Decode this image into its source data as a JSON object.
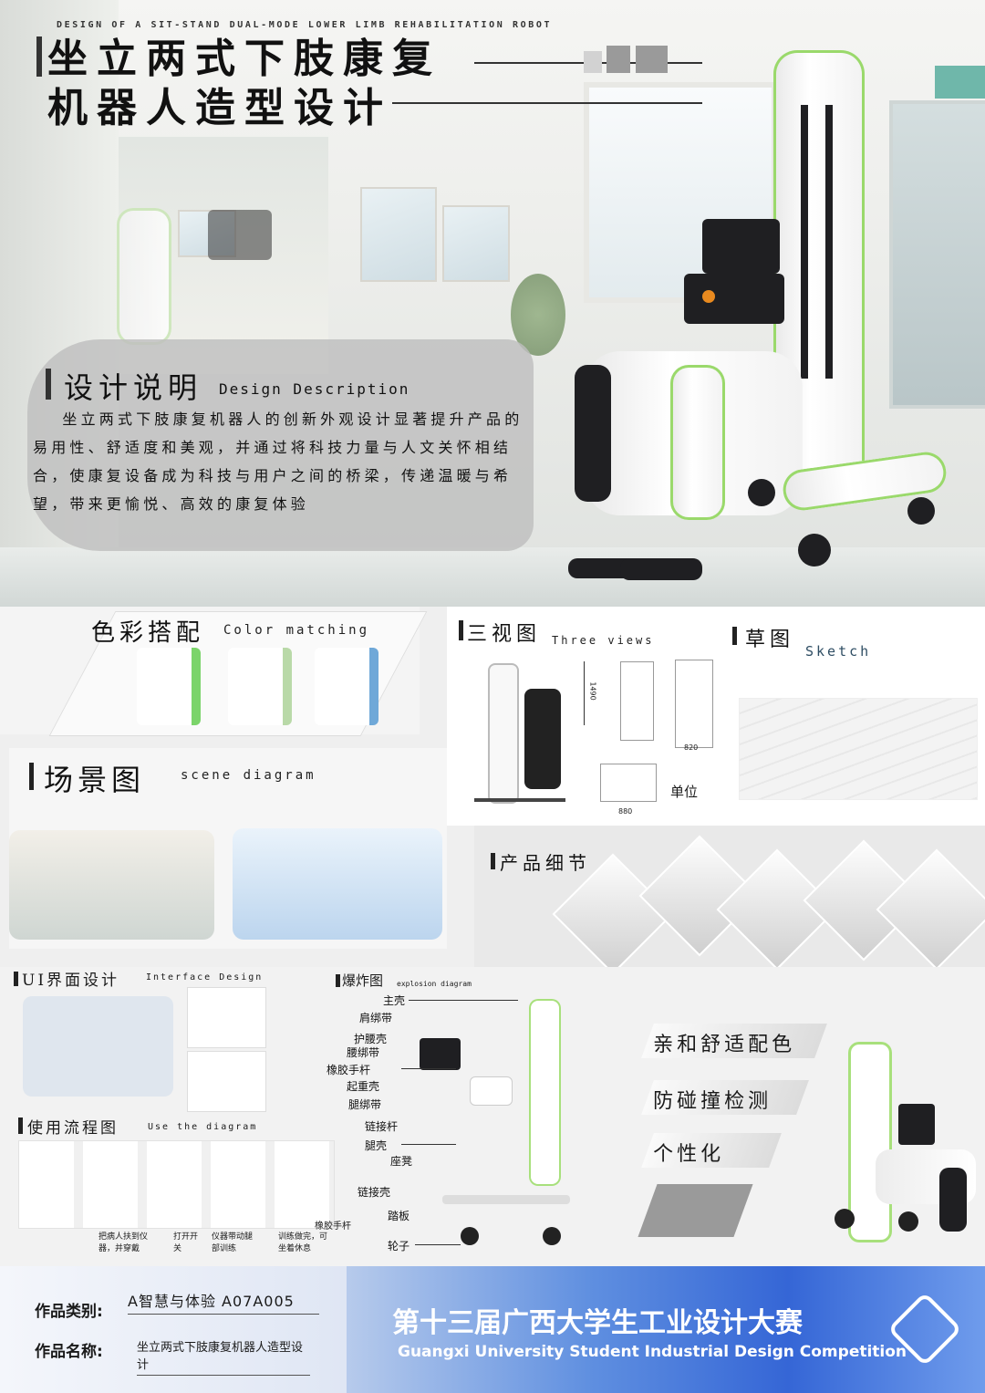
{
  "header": {
    "subtitle_en": "DESIGN OF A SIT-STAND DUAL-MODE LOWER LIMB REHABILITATION ROBOT",
    "title_line1": "坐立两式下肢康复",
    "title_line2": "机器人造型设计"
  },
  "design_description": {
    "heading_zh": "设计说明",
    "heading_en": "Design Description",
    "body": "坐立两式下肢康复机器人的创新外观设计显著提升产品的易用性、舒适度和美观，并通过将科技力量与人文关怀相结合，使康复设备成为科技与用户之间的桥梁，传递温暖与希望，带来更愉悦、高效的康复体验"
  },
  "color_matching": {
    "heading_zh": "色彩搭配",
    "heading_en": "Color matching",
    "variants": [
      "#7bd46a",
      "#b9d9a8",
      "#6fa8d8"
    ]
  },
  "three_views": {
    "heading_zh": "三视图",
    "heading_en": "Three views",
    "dim_height": "1490",
    "dim_width": "820",
    "dim_depth": "880",
    "unit_label": "单位"
  },
  "sketch": {
    "heading_zh": "草图",
    "heading_en": "Sketch"
  },
  "scene": {
    "heading_zh": "场景图",
    "heading_en": "scene diagram"
  },
  "product_details": {
    "heading_zh": "产品细节"
  },
  "ui_design": {
    "heading_zh": "UI界面设计",
    "heading_en": "Interface Design"
  },
  "explosion": {
    "heading_zh": "爆炸图",
    "heading_en": "explosion diagram",
    "labels": [
      "主壳",
      "肩绑带",
      "护腰壳",
      "腰绑带",
      "橡胶手杆",
      "起重壳",
      "腿绑带",
      "链接杆",
      "腿壳",
      "座凳",
      "链接壳",
      "踏板",
      "轮子"
    ]
  },
  "usage_flow": {
    "heading_zh": "使用流程图",
    "heading_en": "Use the diagram",
    "steps": [
      "把病人扶到仪器，并穿戴",
      "打开开关",
      "仪器带动腿部训练",
      "训练做完，可坐着休息"
    ],
    "extra_label": "橡胶手杆"
  },
  "features": [
    "亲和舒适配色",
    "防碰撞检测",
    "个性化",
    ""
  ],
  "footer": {
    "category_label": "作品类别:",
    "category_value": "A智慧与体验  A07A005",
    "name_label": "作品名称:",
    "name_value": "坐立两式下肢康复机器人造型设计",
    "competition_zh": "第十三届广西大学生工业设计大赛",
    "competition_en": "Guangxi University Student Industrial Design Competition"
  },
  "colors": {
    "accent_green": "#9ad96b",
    "footer_blue": "#3566d6"
  }
}
